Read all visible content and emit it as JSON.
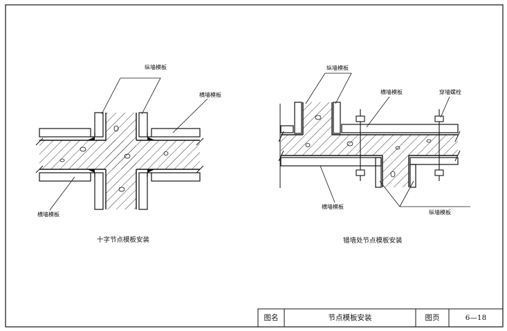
{
  "left_figure": {
    "caption": "十字节点模板安装",
    "label_longitudinal": "纵墙模板",
    "label_transverse_top": "横墙模板",
    "label_transverse_bottom": "横墙模板"
  },
  "right_figure": {
    "caption": "错墙处节点模板安装",
    "label_longitudinal_top": "纵墙模板",
    "label_transverse": "横墙模板",
    "label_through_bolt": "穿墙螺栓",
    "label_transverse_bottom": "横墙模板",
    "label_longitudinal_bottom": "纵墙模板"
  },
  "title_block": {
    "name_label": "图名",
    "name_value": "节点模板安装",
    "page_label": "图页",
    "page_value": "6—18"
  }
}
